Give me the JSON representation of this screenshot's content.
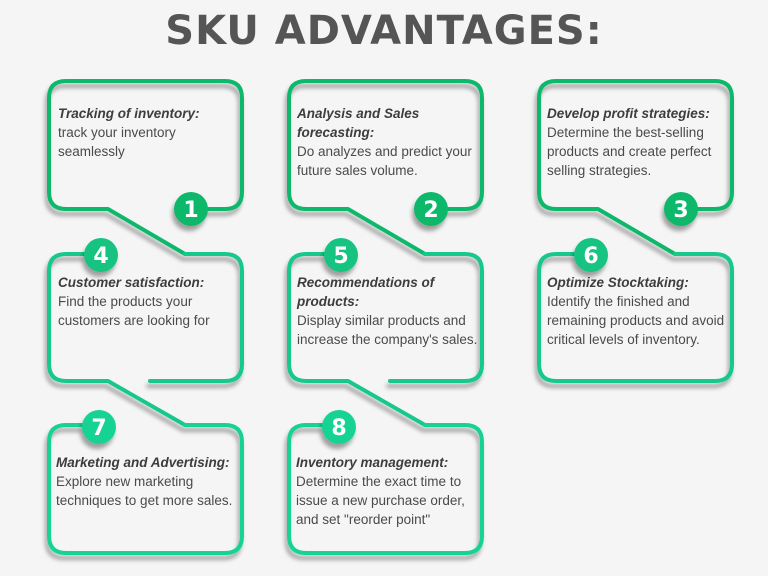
{
  "title": "SKU ADVANTAGES:",
  "colors": {
    "background": "#f5f5f5",
    "title": "#555555",
    "accent_top": "#10b86a",
    "accent_bottom": "#14d394",
    "text": "#4a4a4a"
  },
  "cards": [
    {
      "number": "1",
      "heading": "Tracking of inventory:",
      "body": "track your inventory seamlessly"
    },
    {
      "number": "2",
      "heading": "Analysis and Sales forecasting:",
      "body": "Do analyzes and predict your future sales volume."
    },
    {
      "number": "3",
      "heading": "Develop profit strategies:",
      "body": "Determine the best-selling products and create perfect selling strategies."
    },
    {
      "number": "4",
      "heading": "Customer satisfaction:",
      "body": "Find the products your customers are looking for"
    },
    {
      "number": "5",
      "heading": "Recommendations of products:",
      "body": "Display similar products and increase the company's sales."
    },
    {
      "number": "6",
      "heading": "Optimize Stocktaking:",
      "body": "Identify the finished and remaining products and avoid critical levels of inventory."
    },
    {
      "number": "7",
      "heading": "Marketing and Advertising:",
      "body": "Explore new marketing techniques to get more sales."
    },
    {
      "number": "8",
      "heading": "Inventory management:",
      "body": "Determine the exact time to issue a new purchase order, and set \"reorder point\""
    }
  ]
}
